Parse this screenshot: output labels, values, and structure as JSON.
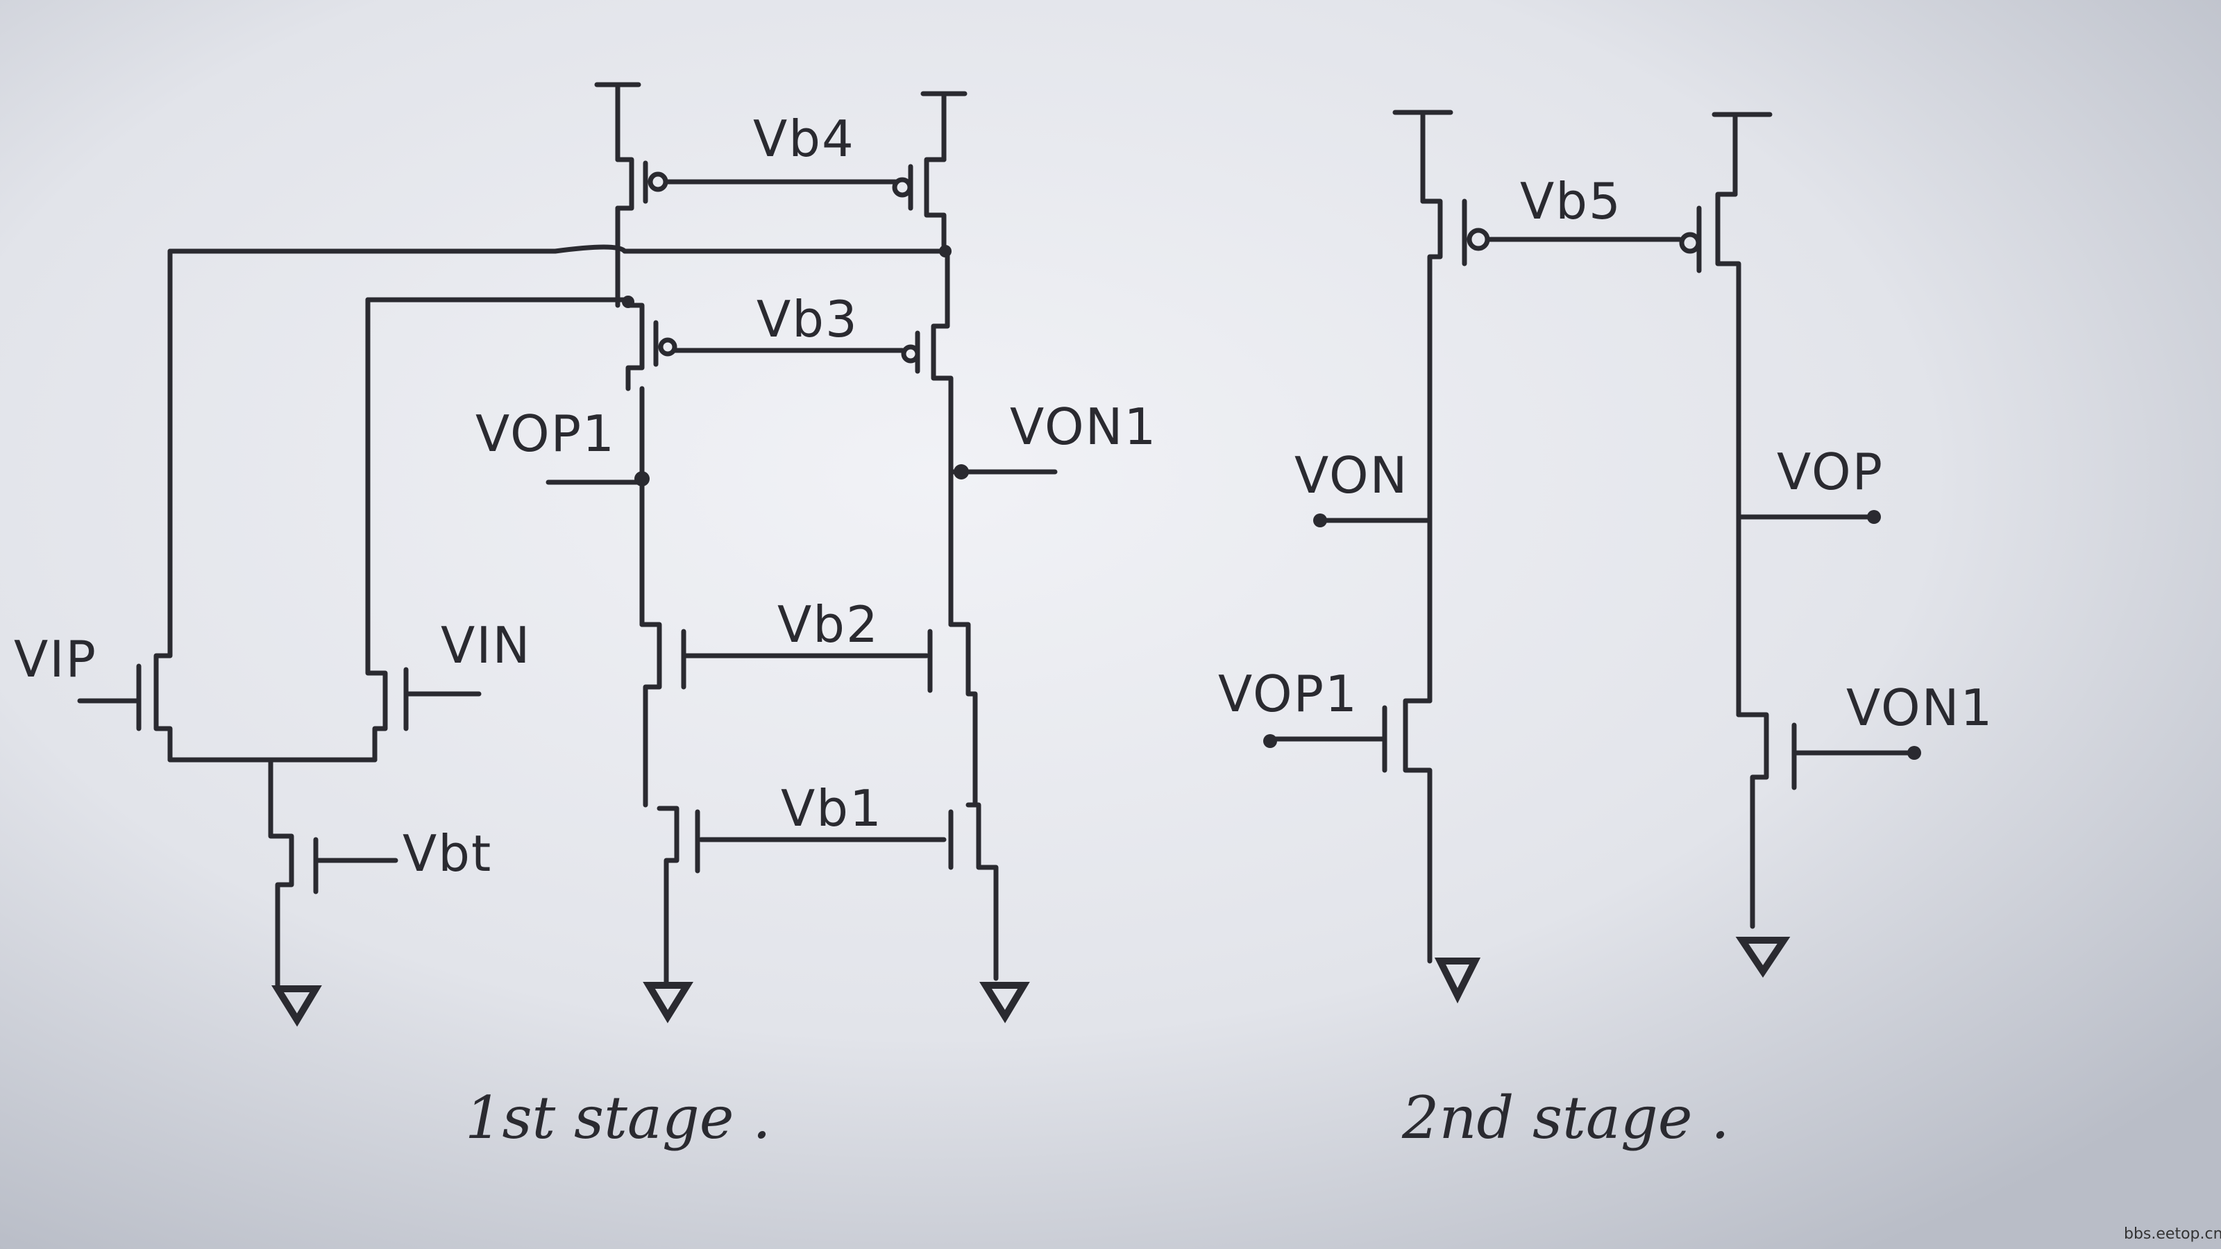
{
  "diagram": {
    "stage1": {
      "labels": {
        "vb4": "Vb4",
        "vb3": "Vb3",
        "vb2": "Vb2",
        "vb1": "Vb1",
        "vbt": "Vbt",
        "vop1": "VOP1",
        "von1": "VON1",
        "vip": "VIP",
        "vin": "VIN"
      },
      "caption": "1st stage ."
    },
    "stage2": {
      "labels": {
        "vb5": "Vb5",
        "von": "VON",
        "vop": "VOP",
        "vop1": "VOP1",
        "von1": "VON1"
      },
      "caption": "2nd stage ."
    },
    "watermark": "bbs.eetop.cn"
  },
  "colors": {
    "ink": "#2a2a30",
    "paper_light": "#eef0f4",
    "paper_shadow": "#b9bdc7"
  }
}
